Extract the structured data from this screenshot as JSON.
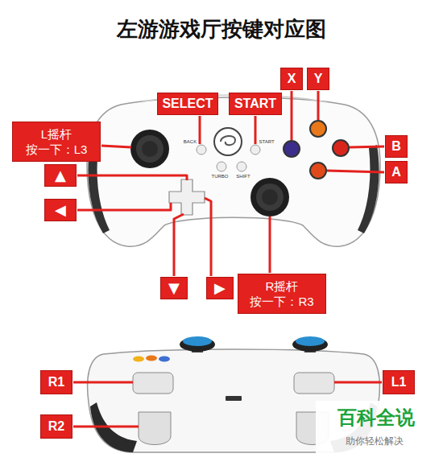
{
  "diagram": {
    "title": "左游游戏厅按键对应图",
    "nodes": [
      {
        "text": [
          "X"
        ]
      },
      {
        "text": [
          "Y"
        ]
      },
      {
        "text": [
          "SELECT"
        ]
      },
      {
        "text": [
          "START"
        ]
      },
      {
        "text": [
          "L摇杆 按一下：L3"
        ]
      },
      {
        "text": [
          "B"
        ]
      },
      {
        "text": [
          "▲"
        ]
      },
      {
        "text": [
          "A"
        ]
      },
      {
        "text": [
          "◀"
        ]
      },
      {
        "text": [
          "▼"
        ]
      },
      {
        "text": [
          "▶"
        ]
      },
      {
        "text": [
          "R摇杆 按一下：R3"
        ]
      },
      {
        "text": [
          "R1"
        ]
      },
      {
        "text": [
          "L1"
        ]
      },
      {
        "text": [
          "R2"
        ]
      }
    ],
    "labels": [
      "BACK",
      "START",
      "TURBO",
      "SHIFT",
      "百科全说",
      "助你轻松解决"
    ]
  }
}
